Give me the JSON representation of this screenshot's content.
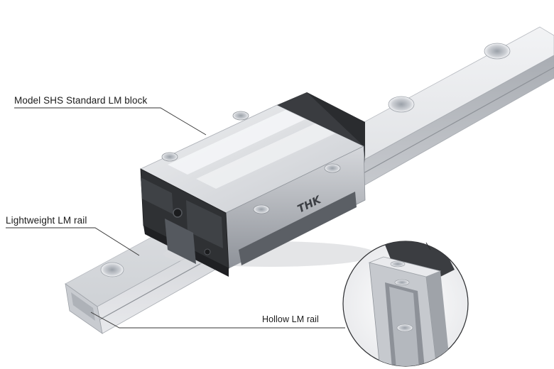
{
  "labels": {
    "block": "Model SHS Standard LM block",
    "light_rail": "Lightweight LM rail",
    "hollow_rail": "Hollow LM rail"
  },
  "brand": "THK",
  "colors": {
    "steel_light": "#e4e5e8",
    "steel_mid": "#b9bcc2",
    "steel_dark": "#7d8189",
    "end_seal": "#2e3033",
    "leader": "#333333"
  }
}
